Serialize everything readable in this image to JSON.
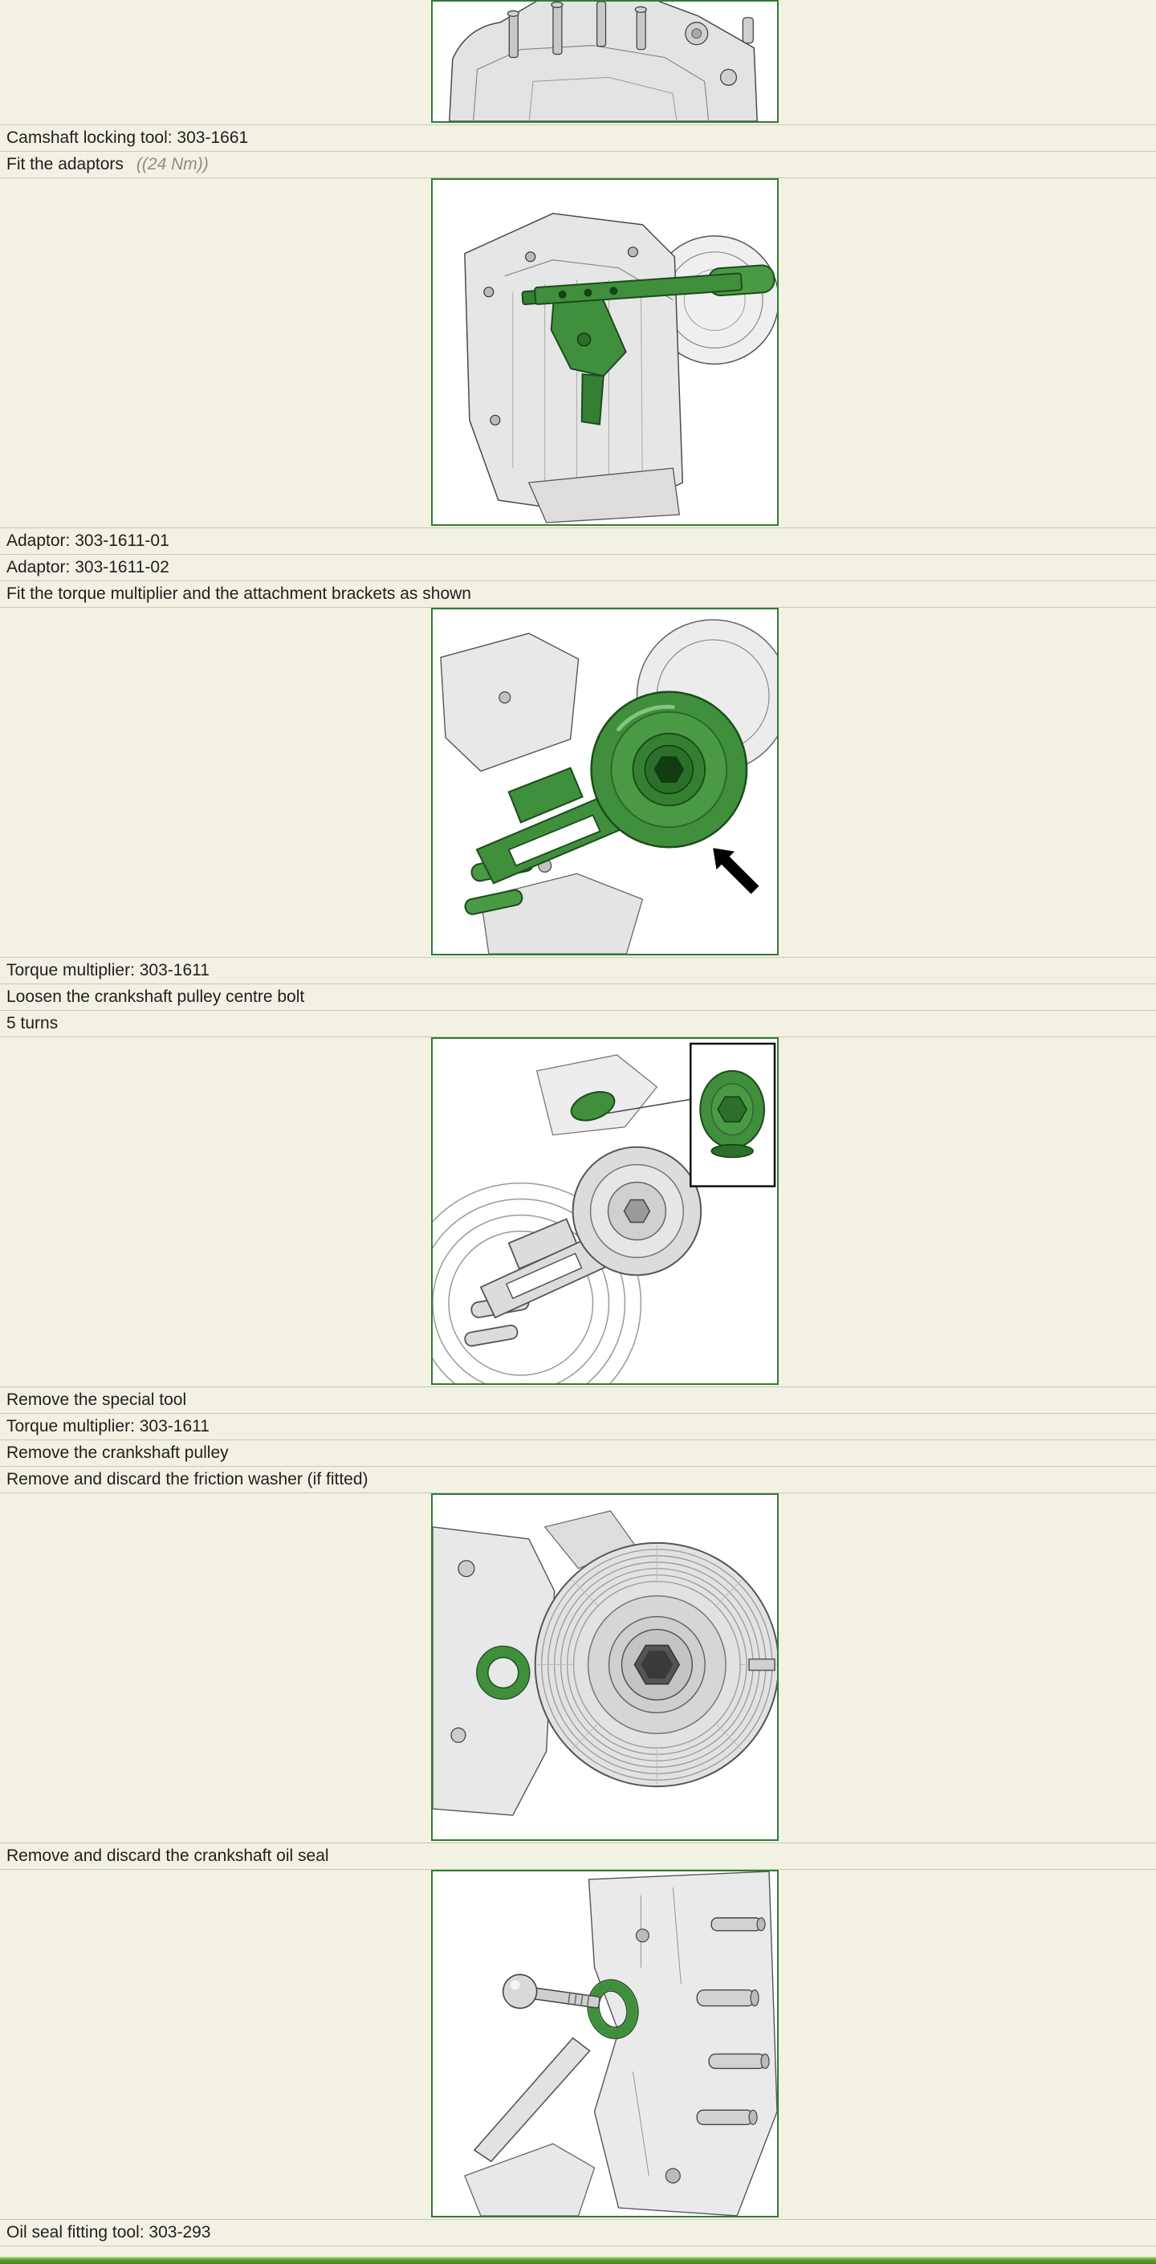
{
  "page": {
    "background": "#f3f1e3",
    "separator_color": "#cbc9ba",
    "accent_green": "#2e7d32"
  },
  "rows": [
    {
      "type": "image",
      "name": "camshaft-locking-tool-fitted-illustration"
    },
    {
      "type": "text",
      "text": "Camshaft locking tool: 303-1661"
    },
    {
      "type": "text",
      "text": "Fit the adaptors",
      "note": "((24 Nm))"
    },
    {
      "type": "image",
      "name": "adaptors-fitted-illustration"
    },
    {
      "type": "text",
      "text": "Adaptor: 303-1611-01"
    },
    {
      "type": "text",
      "text": "Adaptor: 303-1611-02"
    },
    {
      "type": "text",
      "text": "Fit the torque multiplier and the attachment brackets as shown"
    },
    {
      "type": "image",
      "name": "torque-multiplier-fitted-illustration"
    },
    {
      "type": "text",
      "text": "Torque multiplier: 303-1611"
    },
    {
      "type": "text",
      "text": "Loosen the crankshaft pulley centre bolt"
    },
    {
      "type": "text",
      "text": "5 turns"
    },
    {
      "type": "image",
      "name": "crankshaft-pulley-centre-bolt-illustration"
    },
    {
      "type": "text",
      "text": "Remove the special tool"
    },
    {
      "type": "text",
      "text": "Torque multiplier: 303-1611"
    },
    {
      "type": "text",
      "text": "Remove the crankshaft pulley"
    },
    {
      "type": "text",
      "text": "Remove and discard the friction washer (if fitted)"
    },
    {
      "type": "image",
      "name": "crankshaft-pulley-closeup-illustration"
    },
    {
      "type": "text",
      "text": "Remove and discard the crankshaft oil seal"
    },
    {
      "type": "image",
      "name": "oil-seal-removal-illustration"
    },
    {
      "type": "text",
      "text": "Oil seal fitting tool: 303-293"
    }
  ],
  "bottom_bar": {
    "color": "#4c9a2a"
  }
}
